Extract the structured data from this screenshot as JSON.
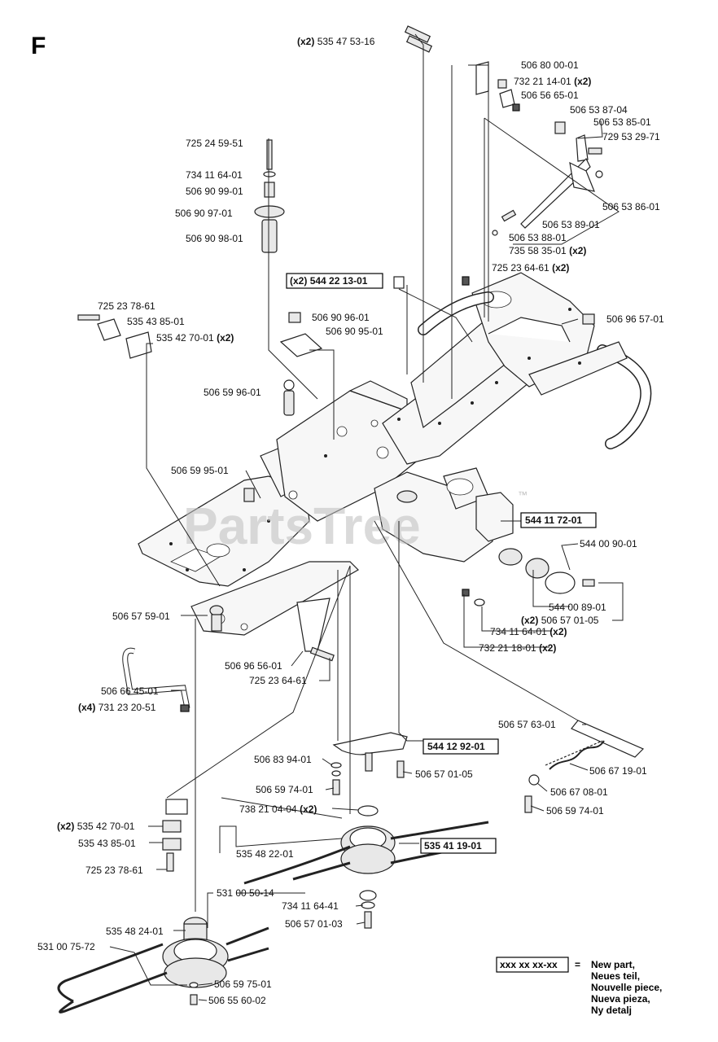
{
  "section": "F",
  "watermark": "PartsTree",
  "watermark_tm": "™",
  "labels": [
    {
      "qty": "(x2)",
      "text": "535 47 53-16"
    },
    {
      "qty": "",
      "text": "506 80 00-01"
    },
    {
      "qty": "(x2)",
      "text": "732 21 14-01"
    },
    {
      "qty": "",
      "text": "506 56 65-01"
    },
    {
      "qty": "",
      "text": "506 53 87-04"
    },
    {
      "qty": "",
      "text": "506 53 85-01"
    },
    {
      "qty": "",
      "text": "729 53 29-71"
    },
    {
      "qty": "",
      "text": "506 53 86-01"
    },
    {
      "qty": "",
      "text": "506 53 89-01"
    },
    {
      "qty": "",
      "text": "506 53 88-01"
    },
    {
      "qty": "(x2)",
      "text": "735 58 35-01"
    },
    {
      "qty": "(x2)",
      "text": "725 23 64-61"
    },
    {
      "qty": "",
      "text": "506 96 57-01"
    },
    {
      "qty": "",
      "text": "725 24 59-51"
    },
    {
      "qty": "",
      "text": "734 11 64-01"
    },
    {
      "qty": "",
      "text": "506 90 99-01"
    },
    {
      "qty": "",
      "text": "506 90 97-01"
    },
    {
      "qty": "",
      "text": "506 90 98-01"
    },
    {
      "qty": "(x2)",
      "text": "544 22 13-01",
      "new": true
    },
    {
      "qty": "",
      "text": "725 23 78-61"
    },
    {
      "qty": "",
      "text": "535 43 85-01"
    },
    {
      "qty": "(x2)",
      "text": "535 42 70-01"
    },
    {
      "qty": "",
      "text": "506 90 96-01"
    },
    {
      "qty": "",
      "text": "506 90 95-01"
    },
    {
      "qty": "",
      "text": "506 59 96-01"
    },
    {
      "qty": "",
      "text": "506 59 95-01"
    },
    {
      "qty": "",
      "text": "544 11 72-01",
      "new": true
    },
    {
      "qty": "",
      "text": "544 00 90-01"
    },
    {
      "qty": "",
      "text": "544 00 89-01"
    },
    {
      "qty": "(x2)",
      "text": "506 57 01-05"
    },
    {
      "qty": "(x2)",
      "text": "734 11 64-01"
    },
    {
      "qty": "(x2)",
      "text": "732 21 18-01"
    },
    {
      "qty": "",
      "text": "506 57 59-01"
    },
    {
      "qty": "",
      "text": "506 96 56-01"
    },
    {
      "qty": "",
      "text": "725 23 64-61"
    },
    {
      "qty": "",
      "text": "506 66 45-01"
    },
    {
      "qty": "(x4)",
      "text": "731 23 20-51"
    },
    {
      "qty": "",
      "text": "506 57 63-01"
    },
    {
      "qty": "",
      "text": "544 12 92-01",
      "new": true
    },
    {
      "qty": "",
      "text": "506 83 94-01"
    },
    {
      "qty": "",
      "text": "506 57 01-05"
    },
    {
      "qty": "",
      "text": "506 67 19-01"
    },
    {
      "qty": "",
      "text": "506 59 74-01"
    },
    {
      "qty": "",
      "text": "506 67 08-01"
    },
    {
      "qty": "",
      "text": "506 59 74-01"
    },
    {
      "qty": "(x2)",
      "text": "738 21 04-04"
    },
    {
      "qty": "(x2)",
      "text": "535 42 70-01"
    },
    {
      "qty": "",
      "text": "535 41 19-01",
      "new": true
    },
    {
      "qty": "",
      "text": "535 43 85-01"
    },
    {
      "qty": "",
      "text": "535 48 22-01"
    },
    {
      "qty": "",
      "text": "725 23 78-61"
    },
    {
      "qty": "",
      "text": "531 00 50-14"
    },
    {
      "qty": "",
      "text": "734 11 64-41"
    },
    {
      "qty": "",
      "text": "535 48 24-01"
    },
    {
      "qty": "",
      "text": "506 57 01-03"
    },
    {
      "qty": "",
      "text": "531 00 75-72"
    },
    {
      "qty": "",
      "text": "506 59 75-01"
    },
    {
      "qty": "",
      "text": "506 55 60-02"
    }
  ],
  "legend": {
    "box": "xxx xx xx-xx",
    "eq": "=",
    "lines": [
      "New part,",
      "Neues teil,",
      "Nouvelle piece,",
      "Nueva pieza,",
      "Ny detalj"
    ]
  }
}
